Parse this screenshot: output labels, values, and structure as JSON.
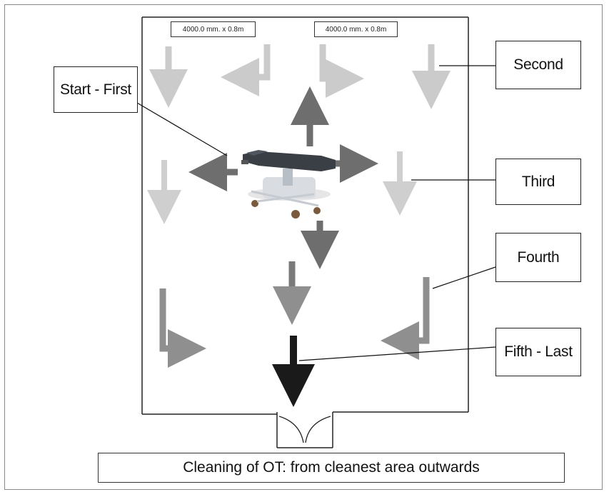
{
  "dimensions": {
    "left": "4000.0 mm. x 0.8m",
    "right": "4000.0 mm. x 0.8m"
  },
  "labels": {
    "start": "Start - First",
    "second": "Second",
    "third": "Third",
    "fourth": "Fourth",
    "fifth": "Fifth - Last"
  },
  "caption": "Cleaning of OT: from cleanest area outwards",
  "colors": {
    "first": "#6e6e6e",
    "second": "#c9c9c9",
    "third": "#cfcfcf",
    "fourth": "#8f8f8f",
    "fifth": "#1a1a1a",
    "table": "#3a3f45"
  }
}
